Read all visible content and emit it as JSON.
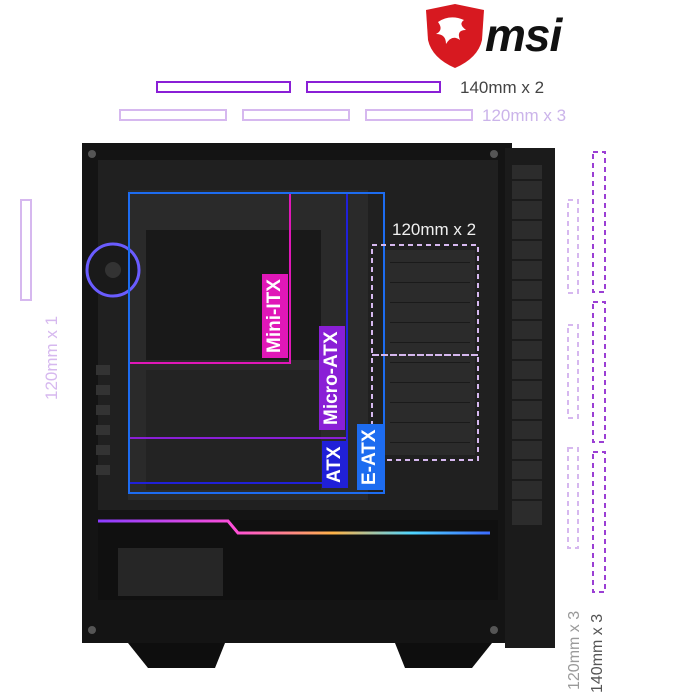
{
  "brand": {
    "name": "msi"
  },
  "fan_labels": {
    "top_140": "140mm x 2",
    "top_120": "120mm x  3",
    "inner_120": "120mm x 2",
    "left_120": "120mm x 1",
    "right_120": "120mm x 3",
    "right_140": "140mm x 3"
  },
  "motherboards": {
    "mini_itx": "Mini-ITX",
    "micro_atx": "Micro-ATX",
    "atx": "ATX",
    "e_atx": "E-ATX"
  },
  "colors": {
    "magenta": "#e017b8",
    "violet": "#8a1fd6",
    "blue_dark": "#2020d8",
    "blue": "#1d6cf0",
    "lavender": "#d6b8ef",
    "purple_dash": "#9b3fd4",
    "case_black": "#141414",
    "logo_red": "#d71920"
  }
}
